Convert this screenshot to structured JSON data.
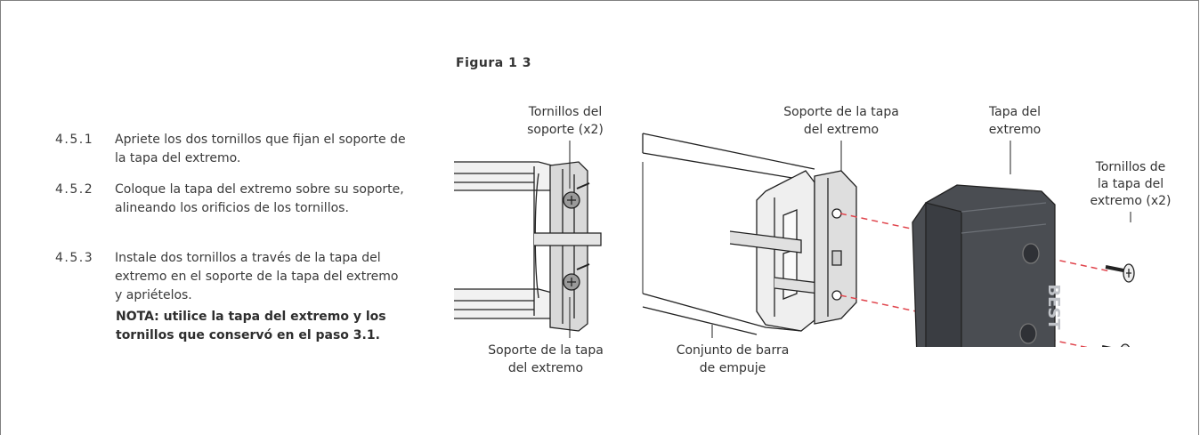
{
  "figure": {
    "label": "Figura 1 3"
  },
  "steps": [
    {
      "number": "4.5.1",
      "text": "Apriete los dos tornillos que fijan el soporte de la tapa del extremo."
    },
    {
      "number": "4.5.2",
      "text": "Coloque la tapa del extremo sobre su soporte, alineando los orificios de los tornillos."
    },
    {
      "number": "4.5.3",
      "text": "Instale dos tornillos a través de la tapa del extremo en el soporte de la tapa del extremo y apriételos."
    }
  ],
  "note": "NOTA: utilice la tapa del extremo y los tornillos que conservó en el paso 3.1.",
  "callouts": {
    "bracket_screws_1": "Tornillos del",
    "bracket_screws_2": "soporte (x2)",
    "bracket_top_1": "Soporte de la tapa",
    "bracket_top_2": "del extremo",
    "end_cap_1": "Tapa del",
    "end_cap_2": "extremo",
    "cap_screws_1": "Tornillos de",
    "cap_screws_2": "la tapa del",
    "cap_screws_3": "extremo (x2)",
    "bracket_bottom_1": "Soporte de la tapa",
    "bracket_bottom_2": "del extremo",
    "pushbar_1": "Conjunto de barra",
    "pushbar_2": "de empuje"
  },
  "logo_text": "BEST",
  "colors": {
    "dashed_line": "#e0444c",
    "cap_fill": "#4a4d52",
    "cap_dark": "#2f3136",
    "bar_fill": "#ececec"
  }
}
